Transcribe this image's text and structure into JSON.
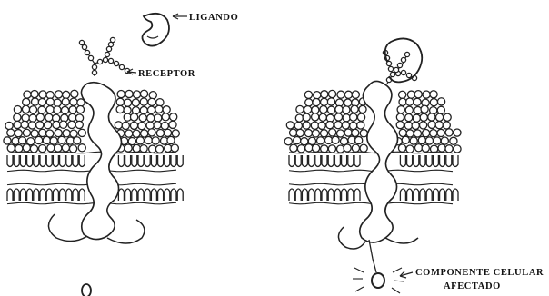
{
  "labels": {
    "ligand": "LIGANDO",
    "receptor": "RECEPTOR",
    "cell_component_line1": "COMPONENTE CELULAR",
    "cell_component_line2": "AFECTADO"
  }
}
